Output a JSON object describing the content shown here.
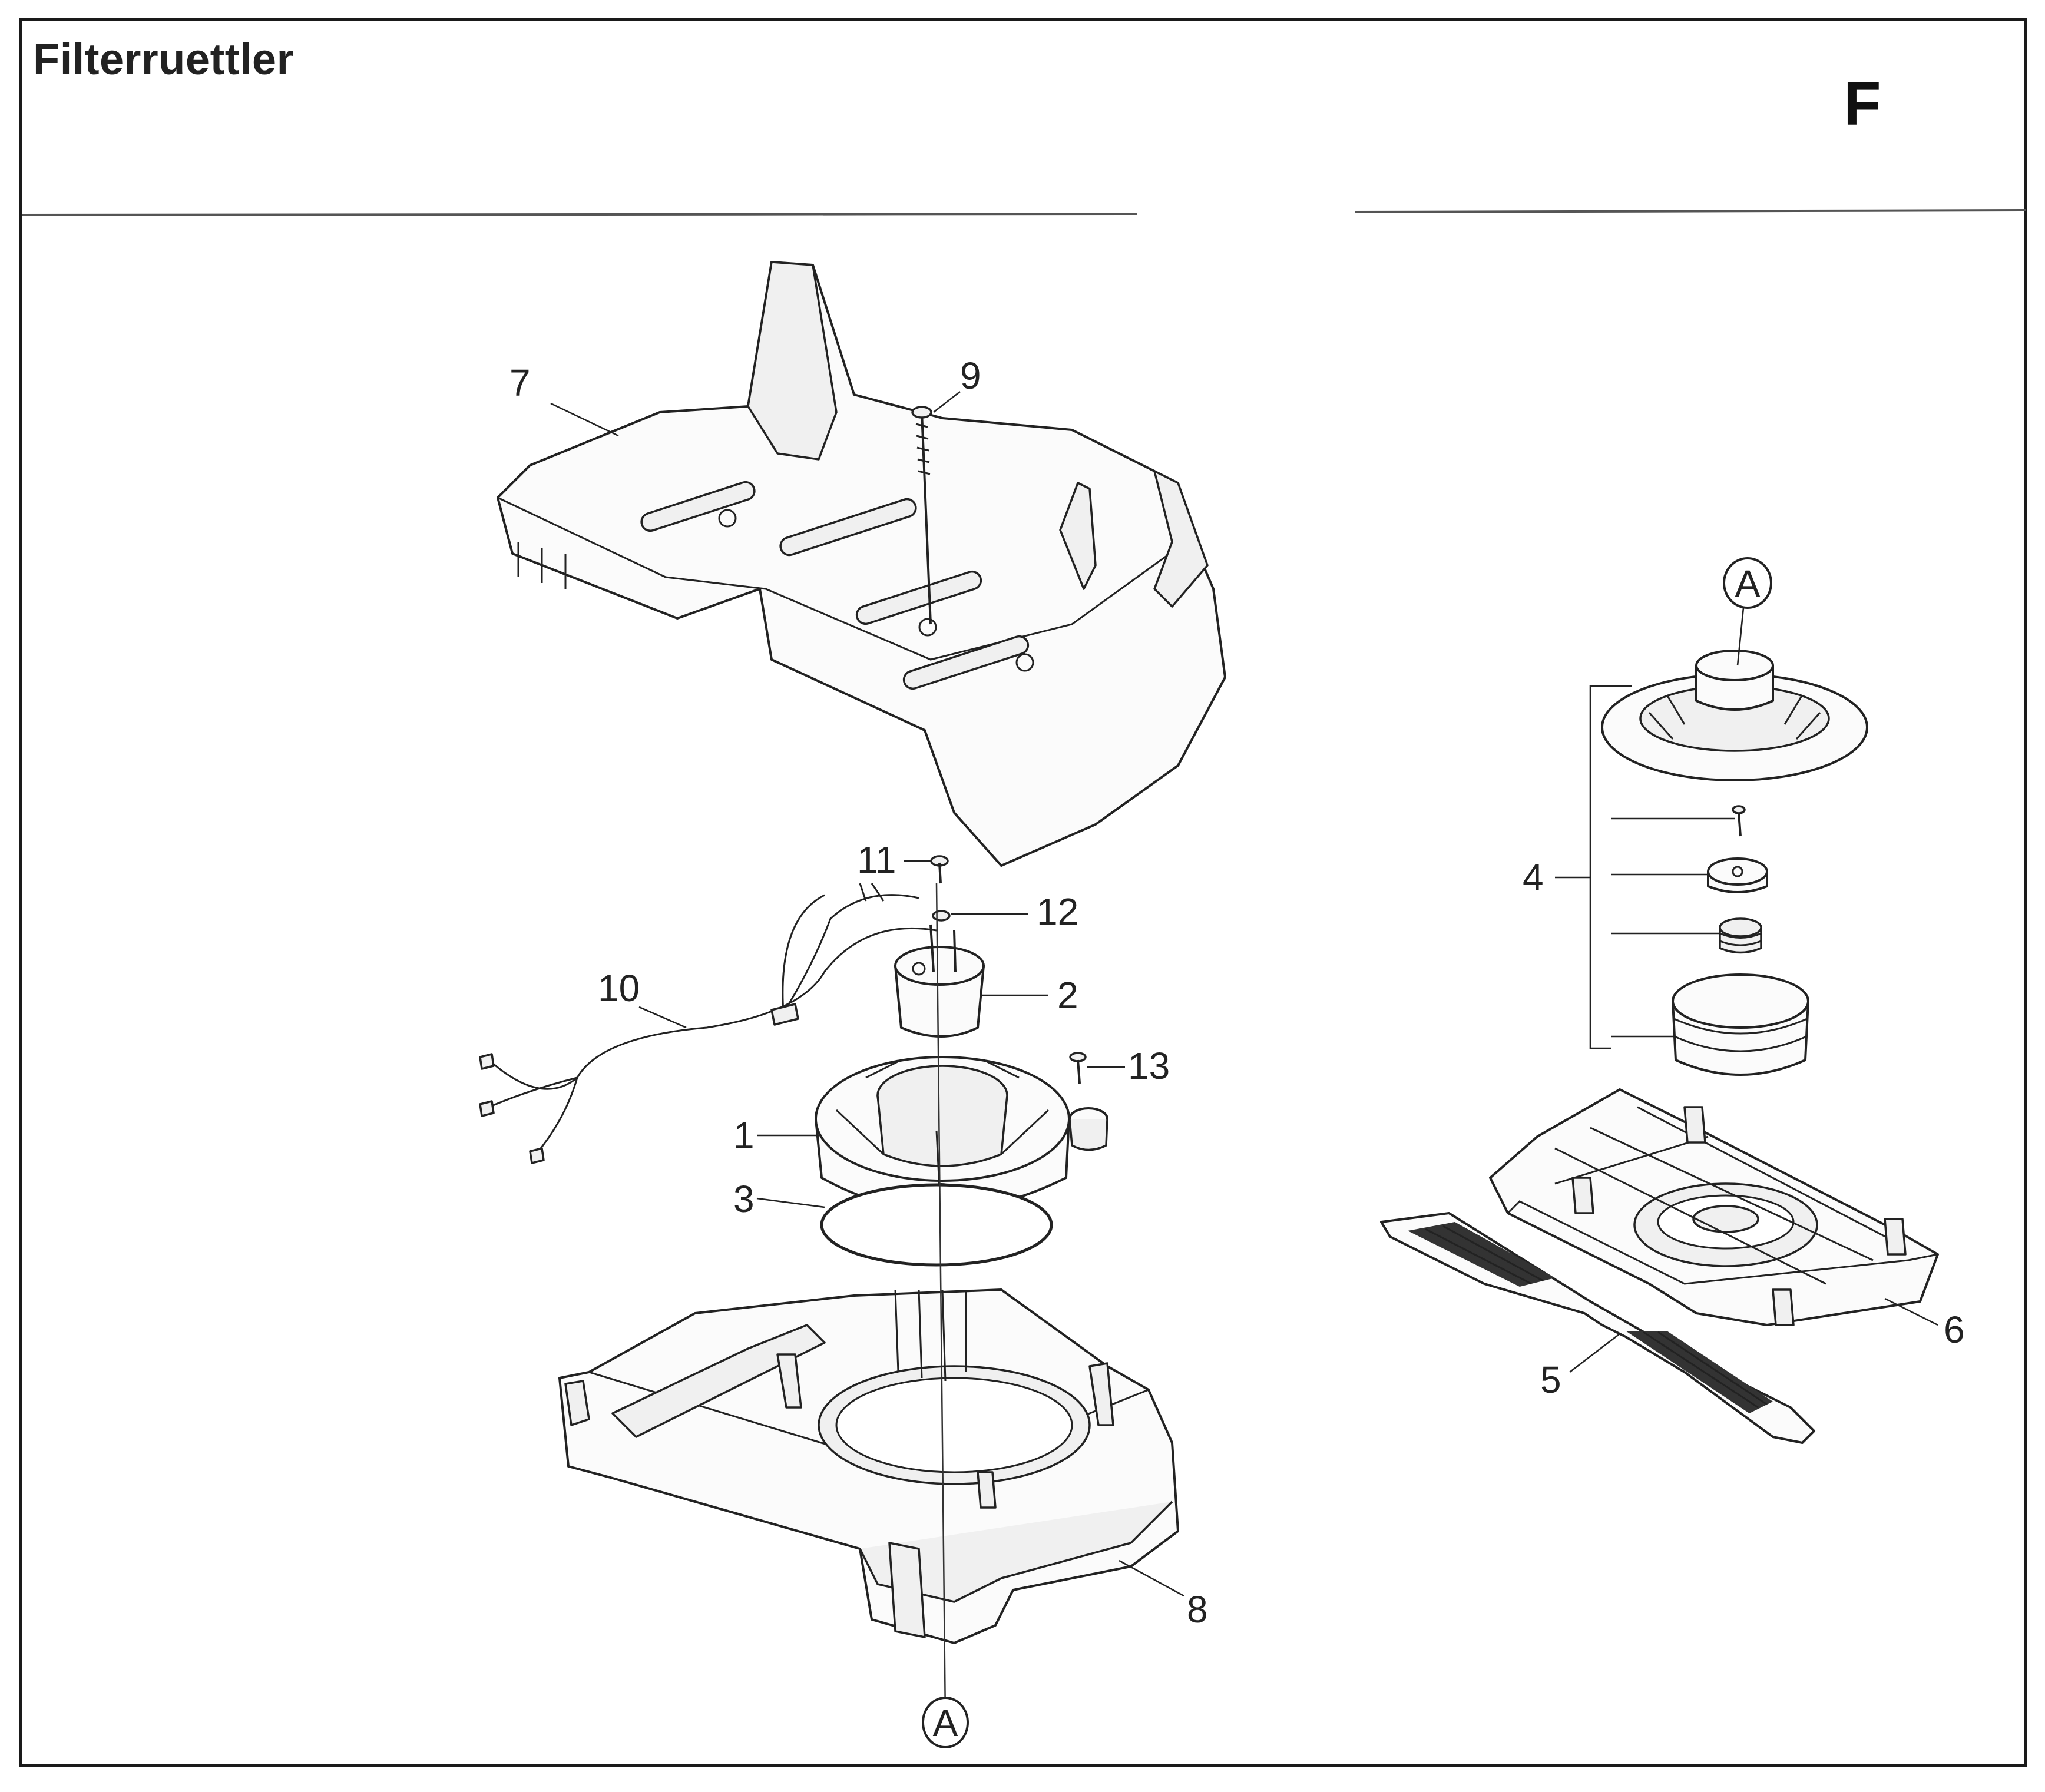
{
  "title": "Filterruettler",
  "section_letter": "F",
  "callouts": {
    "c1": "1",
    "c2": "2",
    "c3": "3",
    "c4": "4",
    "c5": "5",
    "c6": "6",
    "c7": "7",
    "c8": "8",
    "c9": "9",
    "c10": "10",
    "c11": "11",
    "c12": "12",
    "c13": "13"
  },
  "reference_marks": {
    "a_top": "A",
    "a_bottom": "A"
  },
  "colors": {
    "line": "#222222",
    "paper": "#ffffff"
  }
}
